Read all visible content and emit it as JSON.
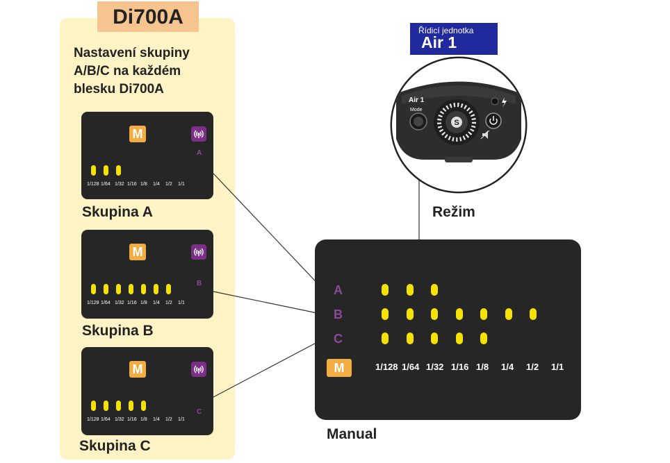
{
  "flash": {
    "model": "Di700A",
    "description_lines": [
      "Nastavení skupiny",
      "A/B/C na každém",
      "blesku Di700A"
    ]
  },
  "groups": [
    {
      "name": "Skupina A",
      "letter": "A",
      "lit": 3
    },
    {
      "name": "Skupina B",
      "letter": "B",
      "lit": 7
    },
    {
      "name": "Skupina C",
      "letter": "C",
      "lit": 5
    }
  ],
  "mode_badge": "M",
  "power_levels": [
    "1/128",
    "1/64",
    "1/32",
    "1/16",
    "1/8",
    "1/4",
    "1/2",
    "1/1"
  ],
  "controller": {
    "label_sub": "Řídicí jednotka",
    "label_name": "Air 1",
    "body_brand": "Air 1",
    "body_mode": "Mode",
    "dial_letter": "S",
    "mode_callout": "Režim"
  },
  "manual": {
    "caption": "Manual",
    "rows": [
      {
        "letter": "A",
        "lit": 3
      },
      {
        "letter": "B",
        "lit": 7
      },
      {
        "letter": "C",
        "lit": 5
      }
    ]
  },
  "colors": {
    "panel_bg": "#fdf3c4",
    "title_bg": "#f6c58f",
    "lcd_bg": "#262626",
    "dot": "#f6e200",
    "mode_badge": "#f2ad42",
    "group_letter": "#8a4b96",
    "controller_label_bg": "#202a9c"
  }
}
